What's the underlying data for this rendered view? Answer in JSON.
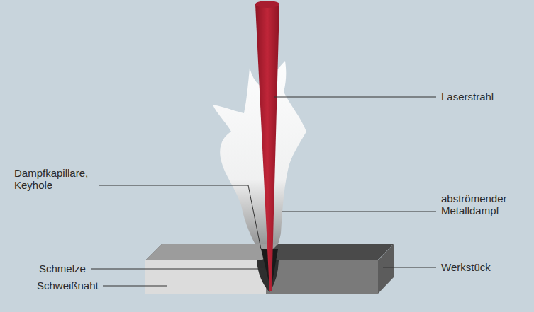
{
  "diagram": {
    "labels": [
      "Laserstrahl",
      "abströmender Metalldampf",
      "Werkstück",
      "Dampfkapillare, Keyhole",
      "Schmelze",
      "Schweißnaht"
    ]
  }
}
